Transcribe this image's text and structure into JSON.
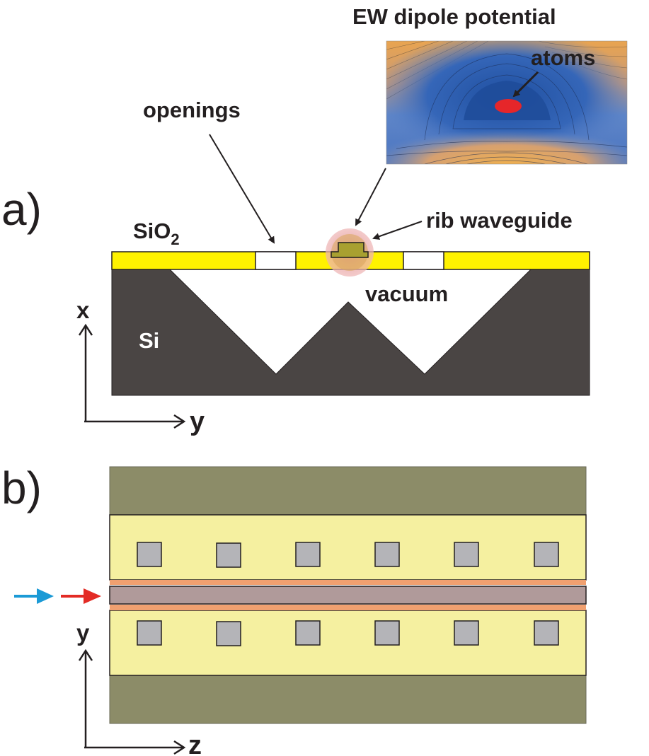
{
  "panel_a": {
    "panel_label": "a)",
    "inset_title": "EW dipole potential",
    "atoms_label": "atoms",
    "openings_label": "openings",
    "rib_label": "rib waveguide",
    "sio2_label": "SiO",
    "sio2_subscript": "2",
    "vacuum_label": "vacuum",
    "si_label": "Si",
    "axis_vertical": "x",
    "axis_horizontal": "y"
  },
  "panel_b": {
    "panel_label": "b)",
    "axis_vertical": "y",
    "axis_horizontal": "z"
  },
  "colors": {
    "sio2": "#fff200",
    "si": "#4a4544",
    "outer_band": "#8c8c68",
    "inner_band": "#f5f0a0",
    "waveguide_core": "#b09a9a",
    "cladding_edge": "#f0a070",
    "openings": "#b4b4b8",
    "arrow_blue": "#1b9ad6",
    "arrow_red": "#e32b25",
    "atoms": "#e6262a",
    "rib_highlight": "#e8a0a0",
    "rib_body": "#a8a030"
  },
  "icons": {
    "blue_input_arrow": "arrow-right-icon",
    "red_input_arrow": "arrow-right-icon"
  }
}
